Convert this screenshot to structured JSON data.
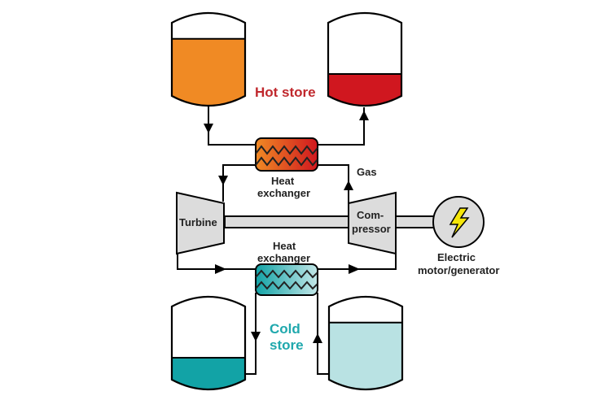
{
  "diagram": {
    "title": "Pumped thermal energy storage",
    "labels": {
      "hot_store": "Hot store",
      "cold_store_line1": "Cold",
      "cold_store_line2": "store",
      "gas": "Gas",
      "hx_top_line1": "Heat",
      "hx_top_line2": "exchanger",
      "hx_bottom_line1": "Heat",
      "hx_bottom_line2": "exchanger",
      "turbine": "Turbine",
      "compressor_line1": "Com-",
      "compressor_line2": "pressor",
      "motor_line1": "Electric",
      "motor_line2": "motor/generator"
    },
    "tanks": [
      {
        "id": "hot-tank-left",
        "fill_level": 0.78,
        "color": "#f08a24"
      },
      {
        "id": "hot-tank-right",
        "fill_level": 0.3,
        "color": "#d0171f"
      },
      {
        "id": "cold-tank-left",
        "fill_level": 0.3,
        "color": "#12a3a6"
      },
      {
        "id": "cold-tank-right",
        "fill_level": 0.78,
        "color": "#b9e2e3"
      }
    ],
    "colors": {
      "hot_label": "#c0282d",
      "cold_label": "#1fa8ad",
      "machine_fill": "#dcdcdc",
      "bolt": "#f5e60a",
      "hx_hot_start": "#f08a24",
      "hx_hot_end": "#d0171f",
      "hx_cold_start": "#12a3a6",
      "hx_cold_end": "#c3e7e8"
    }
  }
}
